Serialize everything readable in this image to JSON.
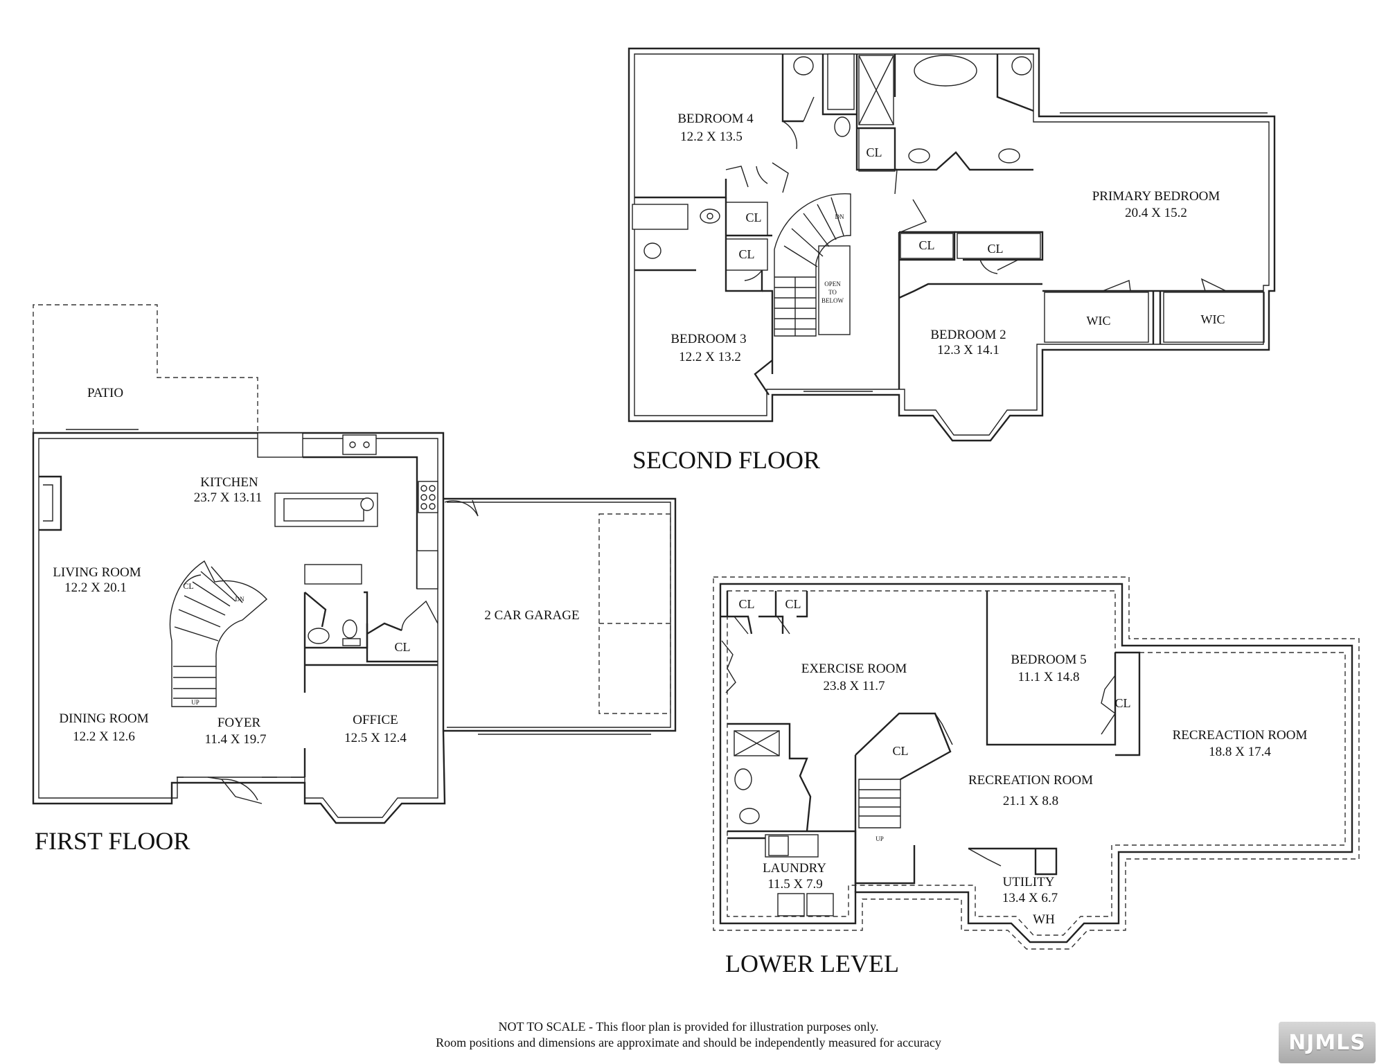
{
  "floors": {
    "second_floor": {
      "label": "SECOND FLOOR",
      "rooms": {
        "bedroom4": {
          "name": "BEDROOM 4",
          "dims": "12.2 X 13.5"
        },
        "bedroom3": {
          "name": "BEDROOM 3",
          "dims": "12.2 X 13.2"
        },
        "bedroom2": {
          "name": "BEDROOM 2",
          "dims": "12.3 X 14.1"
        },
        "primary": {
          "name": "PRIMARY BEDROOM",
          "dims": "20.4 X 15.2"
        }
      },
      "closet": "CL",
      "wic": "WIC",
      "stair_dn": "DN",
      "open_below": [
        "OPEN",
        "TO",
        "BELOW"
      ]
    },
    "first_floor": {
      "label": "FIRST FLOOR",
      "rooms": {
        "patio": {
          "name": "PATIO"
        },
        "kitchen": {
          "name": "KITCHEN",
          "dims": "23.7 X 13.11"
        },
        "living": {
          "name": "LIVING ROOM",
          "dims": "12.2 X 20.1"
        },
        "dining": {
          "name": "DINING ROOM",
          "dims": "12.2 X 12.6"
        },
        "foyer": {
          "name": "FOYER",
          "dims": "11.4 X 19.7"
        },
        "office": {
          "name": "OFFICE",
          "dims": "12.5 X 12.4"
        },
        "garage": {
          "name": "2 CAR GARAGE"
        }
      },
      "closet": "CL",
      "stair_dn": "DN",
      "stair_up": "UP"
    },
    "lower_level": {
      "label": "LOWER LEVEL",
      "rooms": {
        "exercise": {
          "name": "EXERCISE ROOM",
          "dims": "23.8 X 11.7"
        },
        "bedroom5": {
          "name": "BEDROOM 5",
          "dims": "11.1 X 14.8"
        },
        "recreaction": {
          "name": "RECREACTION ROOM",
          "dims": "18.8 X 17.4"
        },
        "recreation": {
          "name": "RECREATION ROOM",
          "dims": "21.1 X 8.8"
        },
        "laundry": {
          "name": "LAUNDRY",
          "dims": "11.5 X 7.9"
        },
        "utility": {
          "name": "UTILITY",
          "dims": "13.4 X 6.7"
        }
      },
      "closet": "CL",
      "stair_up": "UP",
      "wh": "WH"
    }
  },
  "disclaimer": {
    "line1": "NOT TO SCALE - This floor plan is provided for illustration purposes only.",
    "line2": "Room positions and dimensions are approximate and should be independently measured for accuracy"
  },
  "logo": {
    "text": "NJMLS"
  }
}
